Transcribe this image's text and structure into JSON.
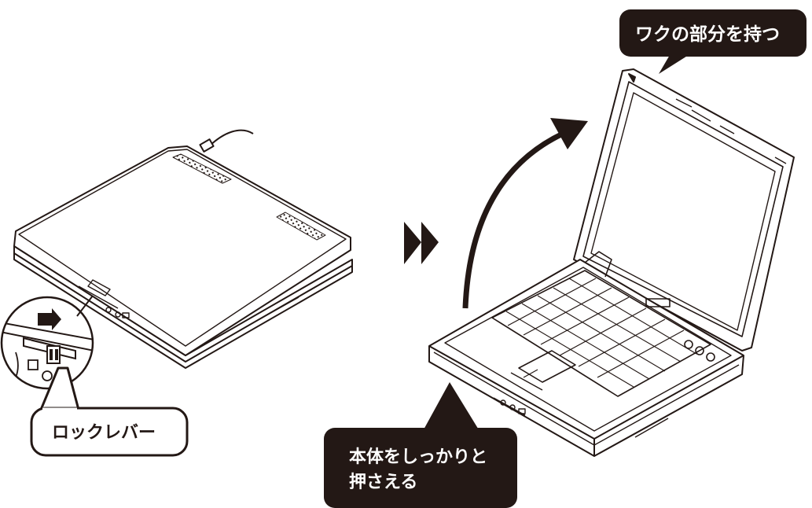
{
  "callouts": {
    "grip_frame": "ワクの部分を持つ",
    "lock_lever": "ロックレバー",
    "hold_body_line1": "本体をしっかりと",
    "hold_body_line2": "押さえる"
  },
  "colors": {
    "callout_dark": "#231815",
    "line": "#231815",
    "paper": "#ffffff",
    "callout_text": "#ffffff"
  },
  "icons": {
    "next_step": "double-triangle-right-icon",
    "open_direction": "curved-arrow-icon",
    "slide_direction": "right-arrow-icon"
  }
}
